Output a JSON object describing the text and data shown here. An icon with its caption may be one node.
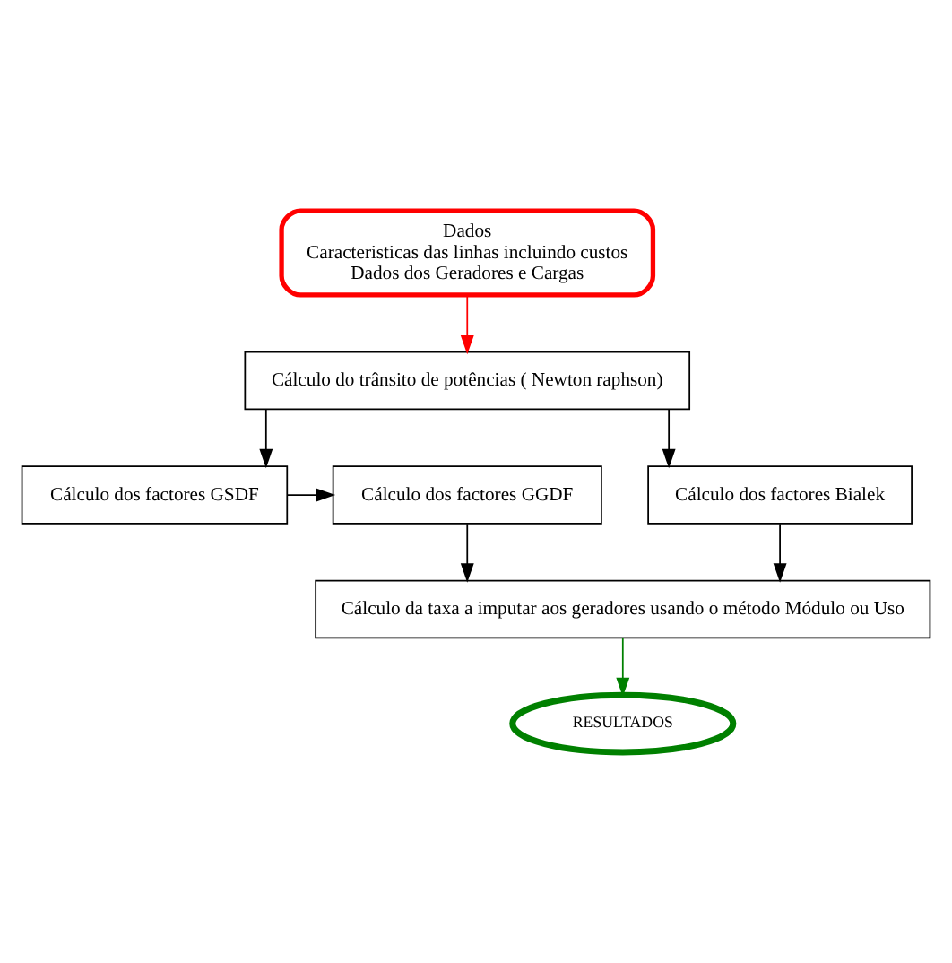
{
  "diagram": {
    "nodes": [
      {
        "text": [
          "Dados",
          "Caracteristicas das linhas incluindo custos",
          "Dados dos Geradores e Cargas"
        ]
      },
      {
        "text": [
          "Cálculo do trânsito de potências ( Newton raphson)"
        ]
      },
      {
        "text": [
          "Cálculo dos factores GSDF"
        ]
      },
      {
        "text": [
          "Cálculo dos factores GGDF"
        ]
      },
      {
        "text": [
          "Cálculo dos factores Bialek"
        ]
      },
      {
        "text": [
          "Cálculo da taxa a imputar aos geradores usando o método Módulo ou Uso"
        ]
      },
      {
        "text": [
          "RESULTADOS"
        ]
      }
    ],
    "edges": [
      {
        "from": 0,
        "to": 1,
        "arrow": "to",
        "color": "#ff0000"
      },
      {
        "from": 1,
        "to": 2,
        "arrow": "to"
      },
      {
        "from": 1,
        "to": 4,
        "arrow": "to"
      },
      {
        "from": 2,
        "to": 3,
        "arrow": "to"
      },
      {
        "from": 4,
        "to": 5,
        "arrow": "to"
      },
      {
        "from": 3,
        "to": 5,
        "arrow": "to"
      },
      {
        "from": 5,
        "to": 6,
        "arrow": "to",
        "color": "#008000"
      }
    ]
  }
}
